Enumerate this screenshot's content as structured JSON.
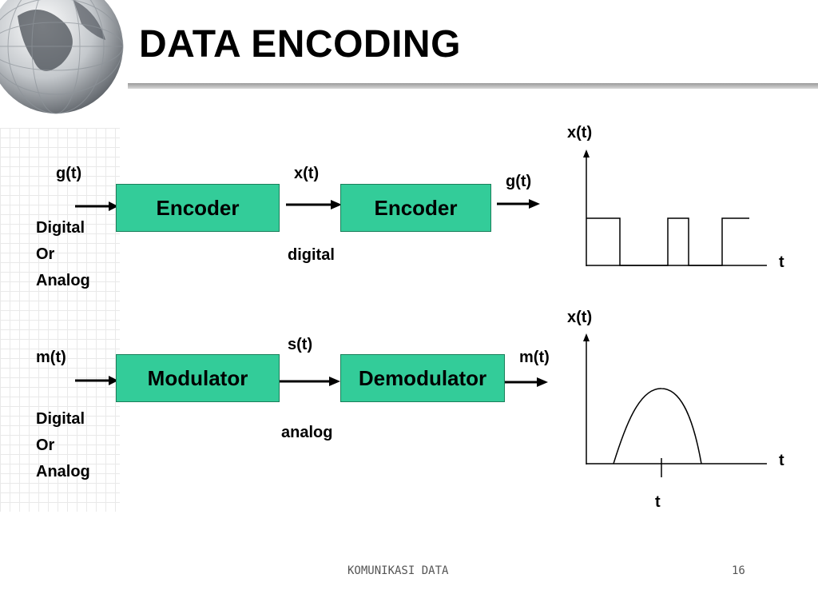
{
  "title": "DATA ENCODING",
  "footer": {
    "center": "KOMUNIKASI DATA",
    "page": "16"
  },
  "digital_row": {
    "input_label": "g(t)",
    "input_type": [
      "Digital",
      "Or",
      "Analog"
    ],
    "block1": "Encoder",
    "middle_signal": "x(t)",
    "middle_type": "digital",
    "block2": "Encoder",
    "output_label": "g(t)"
  },
  "analog_row": {
    "input_label": "m(t)",
    "input_type": [
      "Digital",
      "Or",
      "Analog"
    ],
    "block1": "Modulator",
    "middle_signal": "s(t)",
    "middle_type": "analog",
    "block2": "Demodulator",
    "output_label": "m(t)"
  },
  "plots": {
    "digital": {
      "y_label": "x(t)",
      "x_label": "t"
    },
    "analog": {
      "y_label": "x(t)",
      "x_label": "t",
      "marker_label": "t"
    }
  },
  "colors": {
    "block_fill": "#33cc99",
    "block_border": "#1a7f5a"
  }
}
